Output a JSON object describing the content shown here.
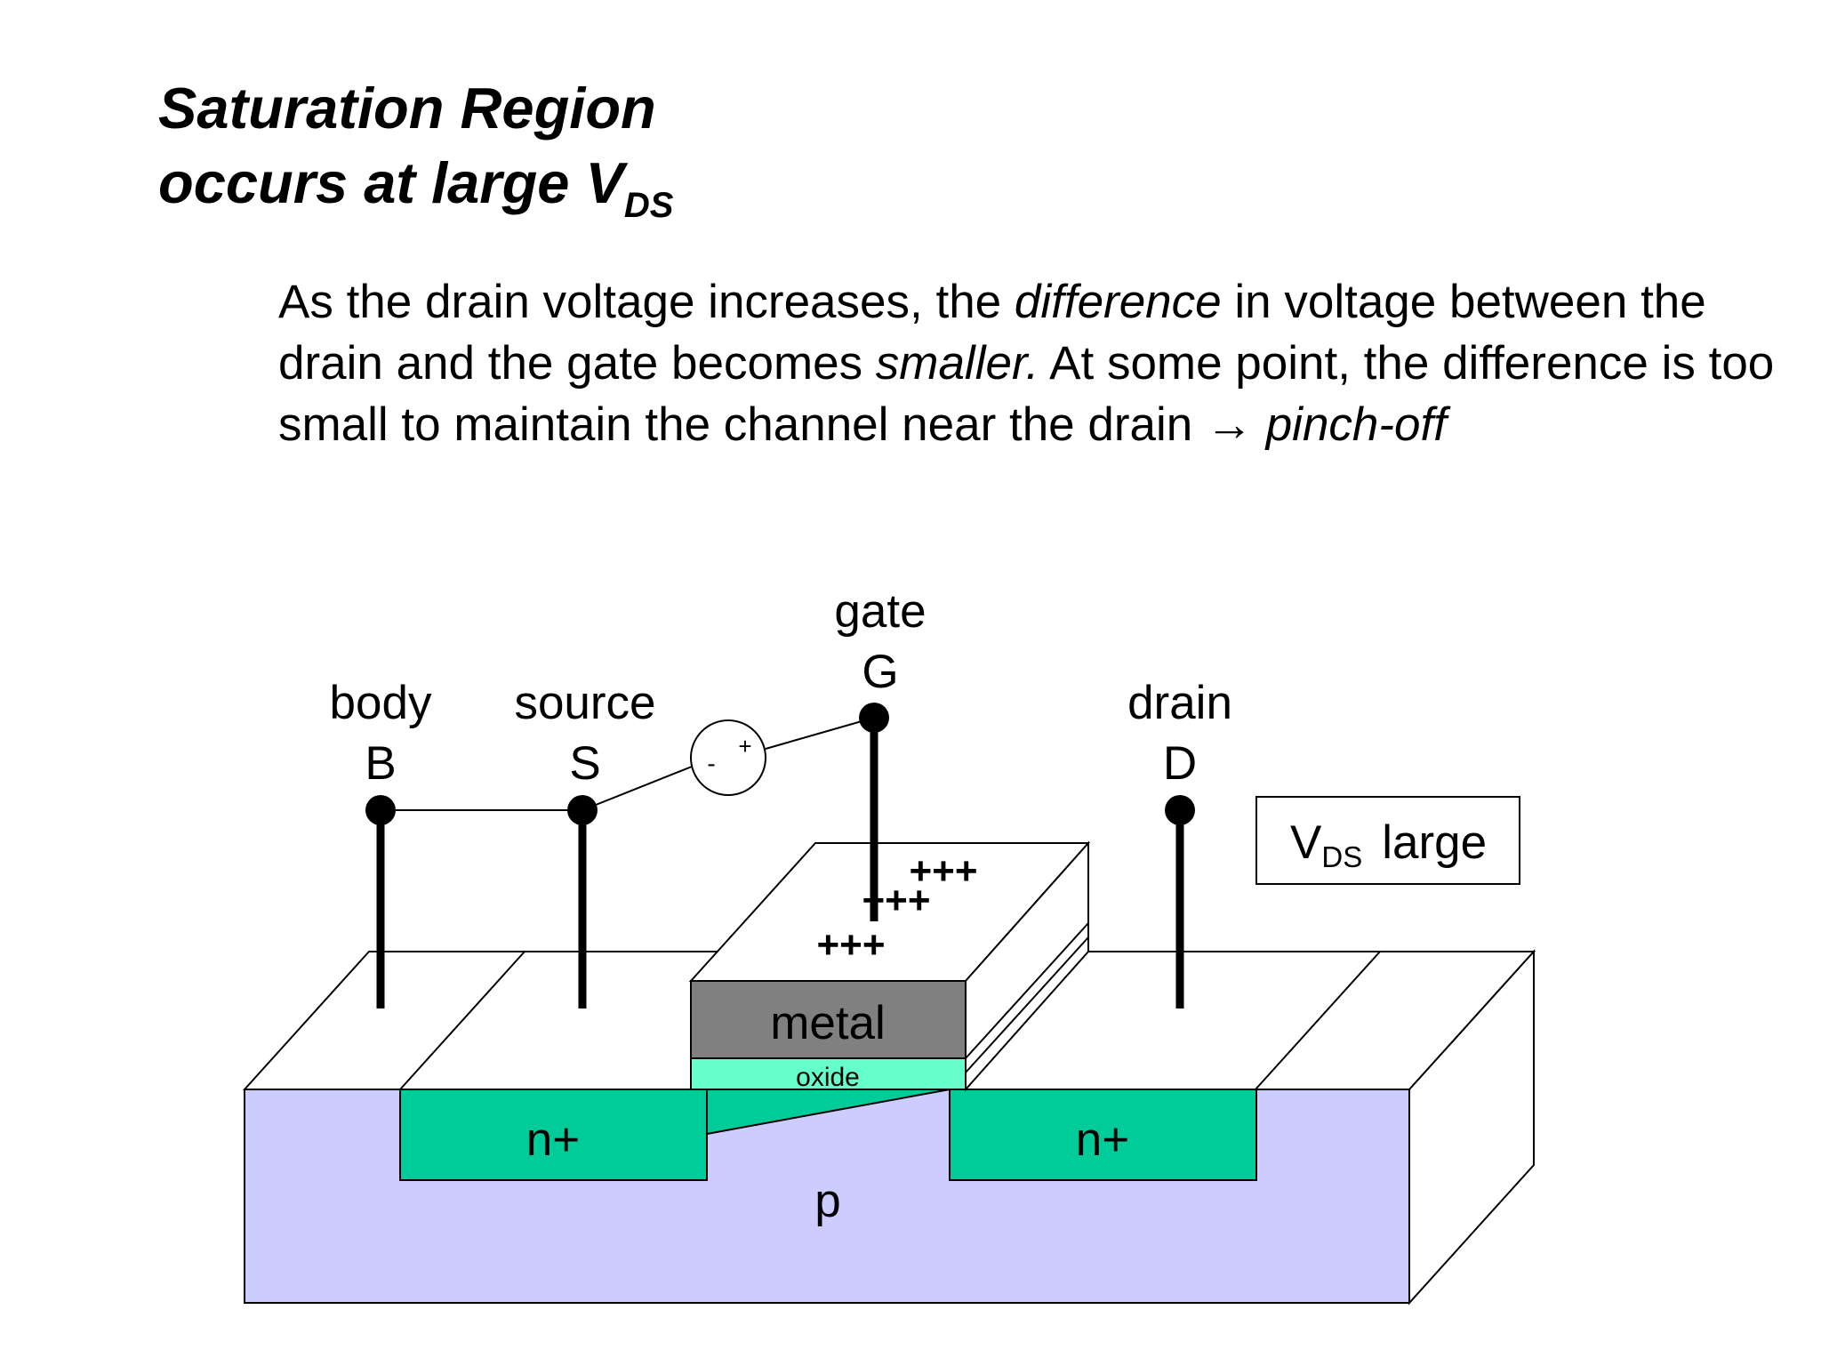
{
  "slide": {
    "title_line1": "Saturation Region",
    "title_line2_prefix": "occurs at large V",
    "title_line2_sub": "DS",
    "paragraph": {
      "p1": "As the drain voltage increases, the ",
      "em1": "difference",
      "p2": " in voltage between the drain and the gate becomes ",
      "em2": "smaller.",
      "p3": "  At some point, the difference is too small to maintain the channel near the drain ",
      "arrow": "→",
      "em3": "pinch-off"
    }
  },
  "diagram": {
    "terminals": {
      "body_name": "body",
      "body_letter": "B",
      "source_name": "source",
      "source_letter": "S",
      "gate_name": "gate",
      "gate_letter": "G",
      "drain_name": "drain",
      "drain_letter": "D"
    },
    "source_symbol": {
      "minus": "-",
      "plus": "+"
    },
    "charges": {
      "row1": "+++",
      "row2": "+++",
      "row3": "+++"
    },
    "layers": {
      "metal": "metal",
      "oxide": "oxide",
      "n_left": "n+",
      "n_right": "n+",
      "substrate": "p"
    },
    "vds_box": {
      "prefix": "V",
      "sub": "DS",
      "suffix": "large"
    },
    "colors": {
      "substrate": "#ccccff",
      "n_plus": "#00cc99",
      "oxide": "#66ffcc",
      "metal": "#808080"
    }
  }
}
